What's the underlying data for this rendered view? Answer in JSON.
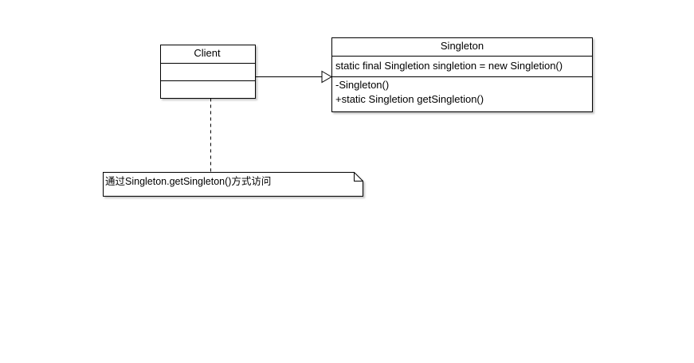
{
  "diagram": {
    "client": {
      "name": "Client",
      "attributes": [],
      "operations": []
    },
    "singleton": {
      "name": "Singleton",
      "attributes": [
        "static final Singletion singletion = new Singletion()"
      ],
      "operations": [
        "-Singleton()",
        "+static Singletion getSingletion()"
      ]
    },
    "note": {
      "text": "通过Singleton.getSingleton()方式访问"
    },
    "colors": {
      "line": "#000000",
      "fill": "#ffffff",
      "shadow": "#b8b8b8"
    }
  }
}
